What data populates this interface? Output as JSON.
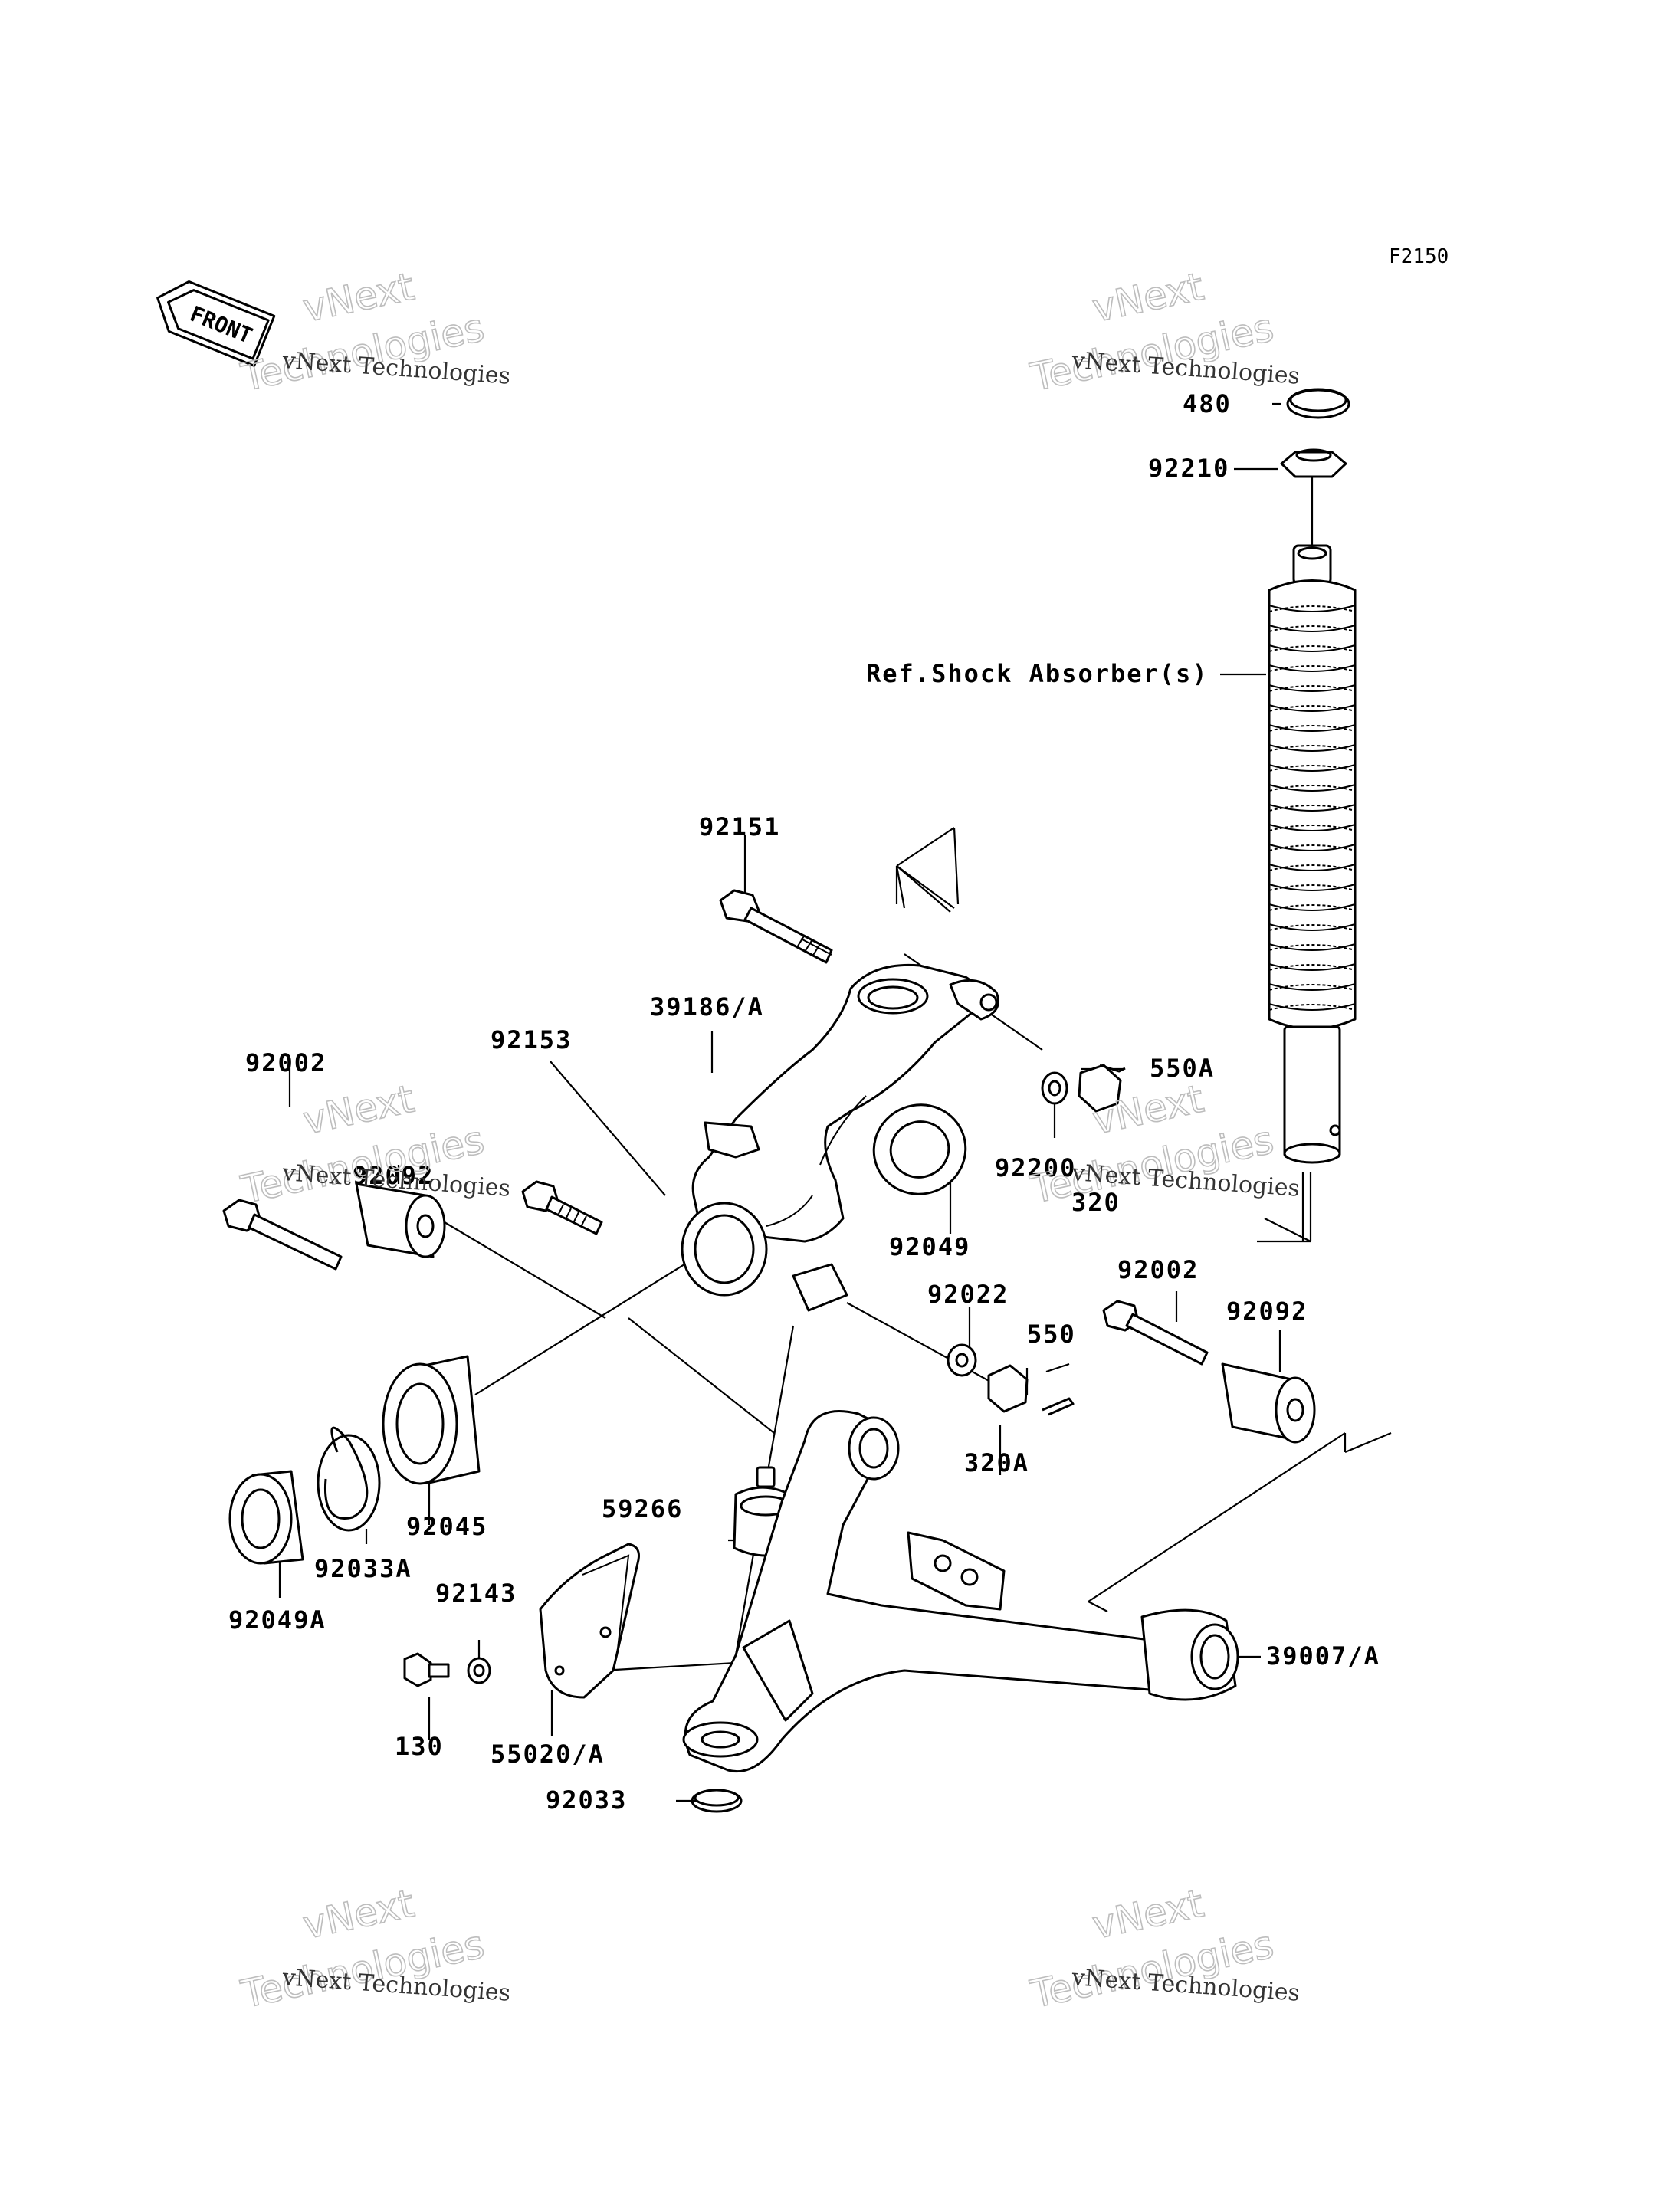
{
  "diagram_code": "F2150",
  "front_label": "FRONT",
  "watermarks": [
    {
      "line1": "vNext Technologies",
      "line2": "vNext",
      "line3": "Technologies"
    },
    {
      "line1": "vNext Technologies",
      "line2": "vNext",
      "line3": "Technologies"
    },
    {
      "line1": "vNext Technologies",
      "line2": "vNext",
      "line3": "Technologies"
    },
    {
      "line1": "vNext Technologies",
      "line2": "vNext",
      "line3": "Technologies"
    },
    {
      "line1": "vNext Technologies",
      "line2": "vNext",
      "line3": "Technologies"
    },
    {
      "line1": "vNext Technologies",
      "line2": "vNext",
      "line3": "Technologies"
    }
  ],
  "parts": {
    "p480": "480",
    "p92210": "92210",
    "shock_ref": "Ref.Shock Absorber(s)",
    "p92151": "92151",
    "p39186A": "39186/A",
    "p92153": "92153",
    "p550A": "550A",
    "p92002a": "92002",
    "p92092a": "92092",
    "p92200": "92200",
    "p320": "320",
    "p92049": "92049",
    "p92022": "92022",
    "p92002b": "92002",
    "p92092b": "92092",
    "p550": "550",
    "p320A": "320A",
    "p92045": "92045",
    "p92033A": "92033A",
    "p92049A": "92049A",
    "p59266": "59266",
    "p92143": "92143",
    "p39007A": "39007/A",
    "p130": "130",
    "p55020A": "55020/A",
    "p92033": "92033"
  }
}
